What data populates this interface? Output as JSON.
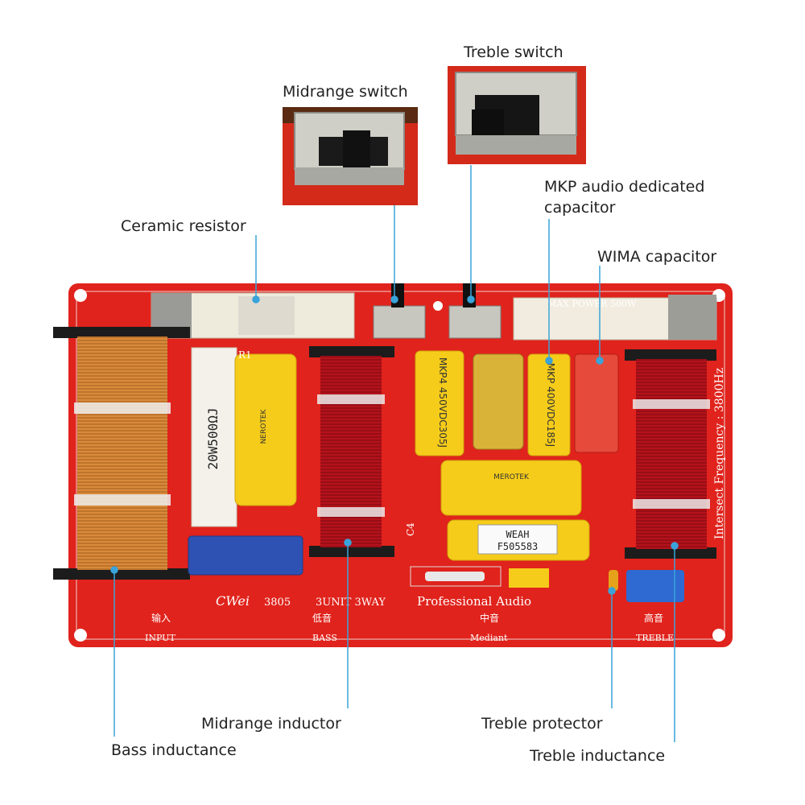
{
  "callouts": {
    "treble_switch": "Treble switch",
    "midrange_switch": "Midrange switch",
    "mkp_capacitor": "MKP audio dedicated capacitor",
    "ceramic_resistor": "Ceramic resistor",
    "wima_capacitor": "WIMA capacitor",
    "midrange_inductor": "Midrange inductor",
    "treble_protector": "Treble protector",
    "bass_inductance": "Bass inductance",
    "treble_inductance": "Treble inductance"
  },
  "board": {
    "brand": "CWei",
    "model": "3805",
    "topology": "3UNIT 3WAY",
    "title": "Professional Audio",
    "max_power": "MAX POWER 500W",
    "intersect": "Intersect Frequency : 3800Hz",
    "ports": {
      "input_cn": "输入",
      "input": "INPUT",
      "bass_cn": "低音",
      "bass": "BASS",
      "mid_cn": "中音",
      "mid": "Mediant",
      "treble_cn": "高音",
      "treble": "TREBLE"
    },
    "refs": {
      "r1": "R1",
      "c4": "C4"
    }
  },
  "components": {
    "resistor_text": "20W500ΩJ",
    "cap_small_text": "MKP 400VDC185J",
    "cap_big_left_text": "MKP4 450VDC305J",
    "cap_yellow_left_text": "NEROTEK",
    "cap_mid_text": "MEROTEK",
    "cap_bottom_line1": "WEAH",
    "cap_bottom_line2": "F505583"
  },
  "colors": {
    "pcb": "#e0231c",
    "pcb_dark": "#c01812",
    "copper": "#d98a3a",
    "red_coil": "#b5121b",
    "yellow_cap": "#f5cc1a",
    "leader": "#3aa3d9"
  }
}
